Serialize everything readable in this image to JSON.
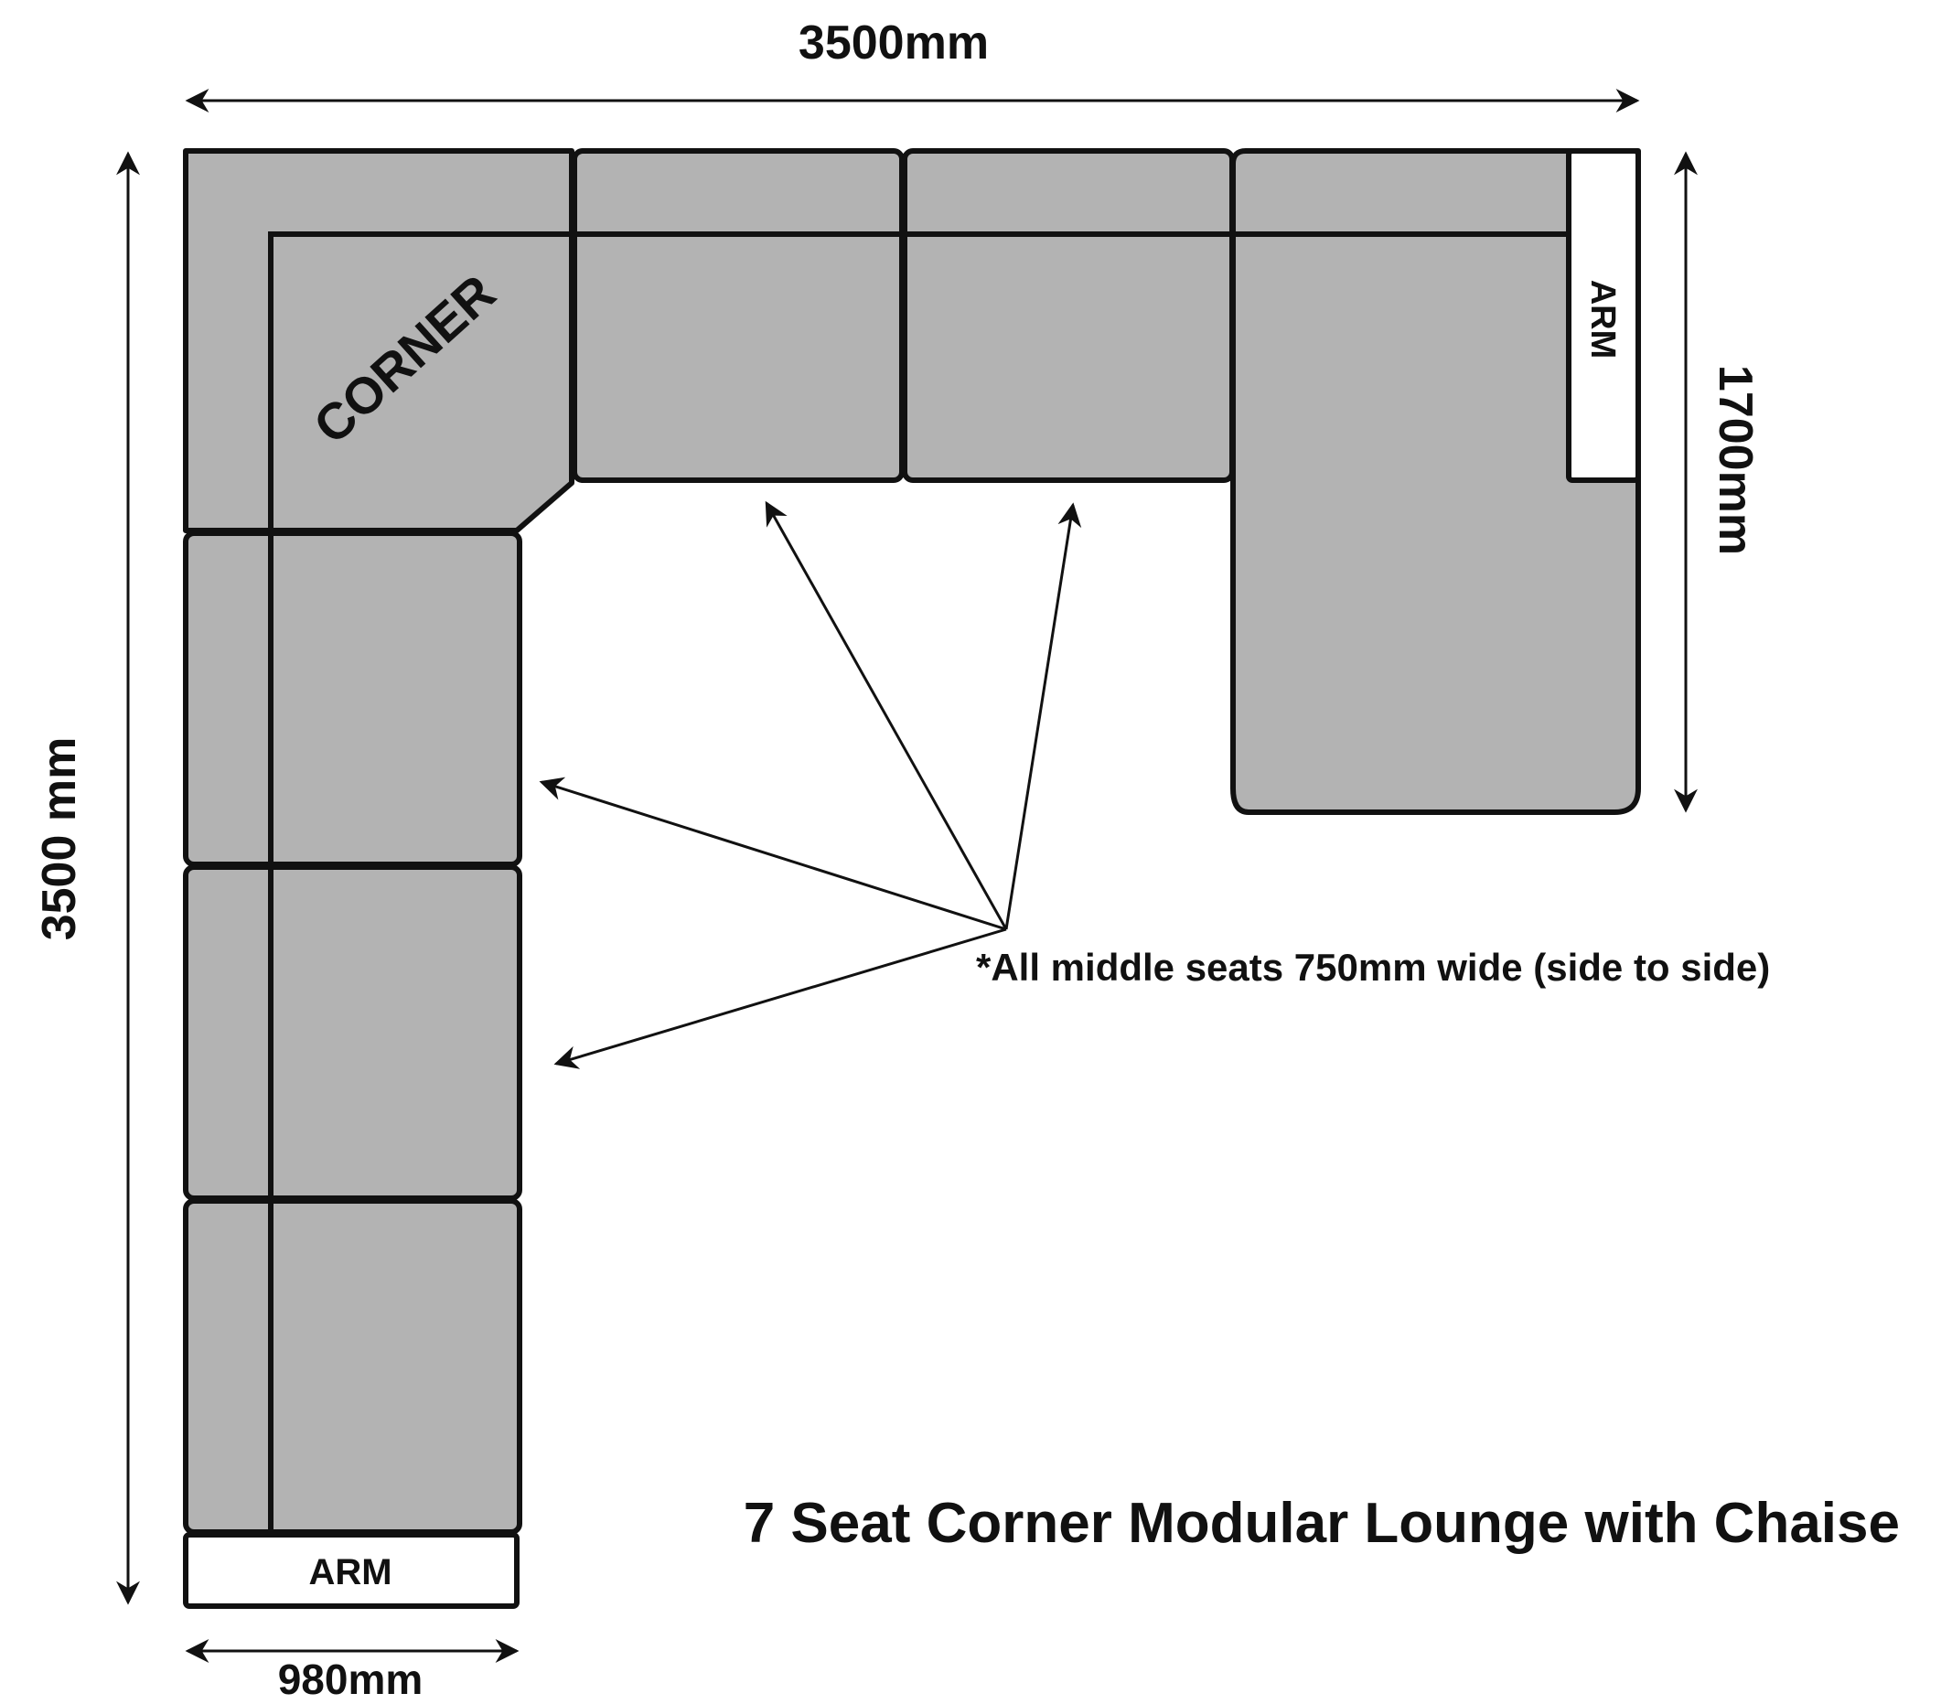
{
  "dimensions": {
    "top_width": "3500mm",
    "left_height": "3500 mm",
    "chaise_length": "1700mm",
    "arm_width": "980mm"
  },
  "labels": {
    "corner": "CORNER",
    "bottom_arm": "ARM",
    "chaise_arm": "ARM"
  },
  "note": "*All middle seats 750mm wide (side to side)",
  "title": "7 Seat Corner Modular Lounge with Chaise",
  "colors": {
    "seat_fill": "#b3b3b3",
    "outline": "#111111",
    "arm_fill": "#ffffff",
    "background": "#ffffff"
  }
}
